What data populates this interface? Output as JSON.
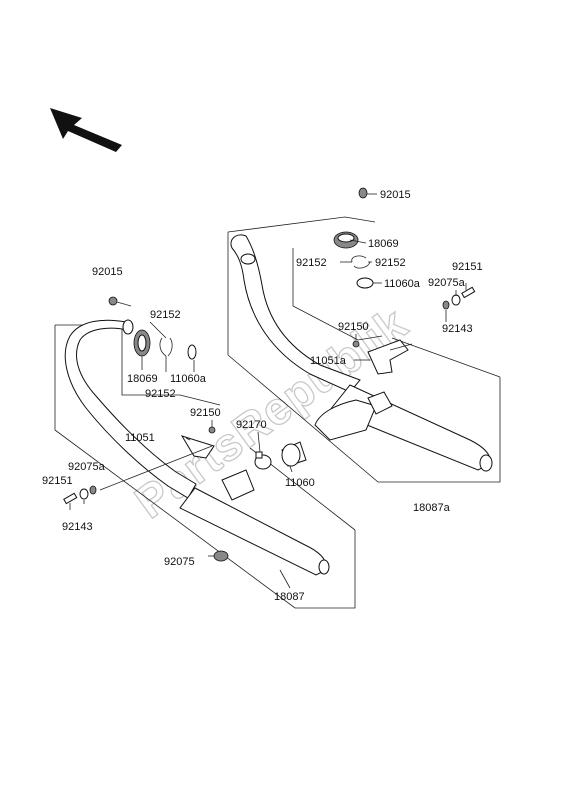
{
  "watermark": "PartsRepublik",
  "labels": {
    "p92015_top": "92015",
    "p18069_top": "18069",
    "p92152_top_left": "92152",
    "p92152_top_right": "92152",
    "p11060a_top": "11060a",
    "p92151_right": "92151",
    "p92075a_right": "92075a",
    "p92143_right": "92143",
    "p92150_right": "92150",
    "p11051a": "11051a",
    "p18087a": "18087a",
    "p92015_left": "92015",
    "p92152_left_a": "92152",
    "p18069_left": "18069",
    "p11060a_left": "11060a",
    "p92152_left_b": "92152",
    "p92150_left": "92150",
    "p92170": "92170",
    "p11051": "11051",
    "p92075a_left": "92075a",
    "p92151_left": "92151",
    "p92143_left": "92143",
    "p11060": "11060",
    "p92075": "92075",
    "p18087": "18087"
  }
}
